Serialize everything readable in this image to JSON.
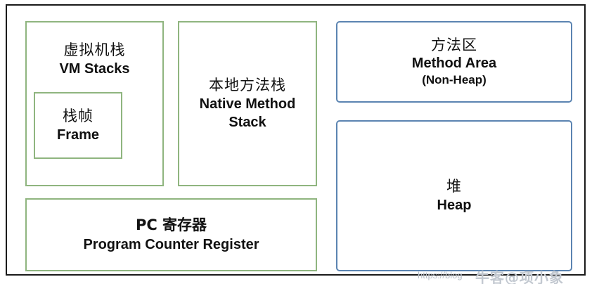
{
  "diagram": {
    "title": "JVM Runtime Data Areas",
    "colors": {
      "outer_frame": "#1a1a1a",
      "thread_private_border": "#8fb57f",
      "thread_shared_border": "#5b84b1",
      "background": "#ffffff",
      "text": "#121212",
      "watermark": "#c2c8d0"
    },
    "boxes": {
      "vm_stacks": {
        "cn": "虚拟机栈",
        "en": "VM Stacks"
      },
      "frame": {
        "cn": "栈帧",
        "en": "Frame"
      },
      "native_method_stack": {
        "cn": "本地方法栈",
        "en_line1": "Native Method",
        "en_line2": "Stack"
      },
      "pc_register": {
        "cn": "PC 寄存器",
        "en": "Program Counter Register"
      },
      "method_area": {
        "cn": "方法区",
        "en": "Method Area",
        "en_sub": "(Non-Heap)"
      },
      "heap": {
        "cn": "堆",
        "en": "Heap"
      }
    },
    "watermark": {
      "url": "https://blog",
      "brand": "牛客@项小象"
    }
  }
}
